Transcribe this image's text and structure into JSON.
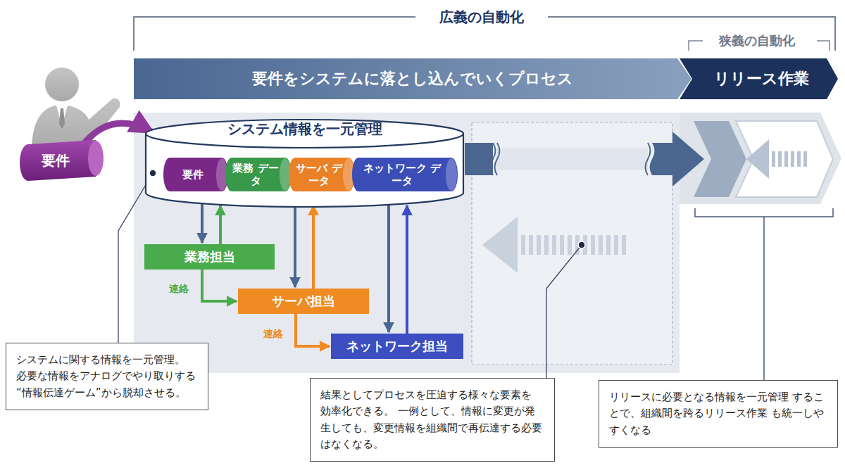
{
  "diagram": {
    "nodes": [
      {
        "text": [
          "要件をシステムに落とし込んでいくプロセス"
        ]
      },
      {
        "text": [
          "リリース作業"
        ]
      },
      {
        "text": [
          "要件"
        ]
      },
      {
        "text": [
          "システム情報を一元管理"
        ]
      },
      {
        "text": [
          "要件"
        ],
        "in": 3
      },
      {
        "text": [
          "業務 データ"
        ],
        "in": 3
      },
      {
        "text": [
          "サーバ データ"
        ],
        "in": 3
      },
      {
        "text": [
          "ネットワーク データ"
        ],
        "in": 3
      },
      {
        "text": [
          "業務担当"
        ]
      },
      {
        "text": [
          "サーバ担当"
        ]
      },
      {
        "text": [
          "ネットワーク担当"
        ]
      },
      {
        "text": [
          "システムに関する情報を一元管理。 必要な情報をアナログでやり取りする “情報伝達ゲーム”から脱却させる。"
        ]
      },
      {
        "text": [
          "結果としてプロセスを圧迫する様々な要素を 効率化できる。 一例として、情報に変更が発生しても、変更情報を組織間で再伝達する必要はなくなる。"
        ]
      },
      {
        "text": [
          "リリースに必要となる情報を一元管理 することで、組織間を跨るリリース作業 も統一しやすくなる"
        ]
      }
    ],
    "edges": [
      {
        "from": 2,
        "to": 3,
        "arrow": "to"
      },
      {
        "from": 3,
        "to": 8,
        "arrow": "to"
      },
      {
        "from": 8,
        "to": 3,
        "arrow": "to"
      },
      {
        "from": 3,
        "to": 9,
        "arrow": "to"
      },
      {
        "from": 9,
        "to": 3,
        "arrow": "to"
      },
      {
        "from": 3,
        "to": 10,
        "arrow": "to"
      },
      {
        "from": 10,
        "to": 3,
        "arrow": "to"
      },
      {
        "from": 8,
        "to": 9,
        "label": "連絡",
        "arrow": "to"
      },
      {
        "from": 9,
        "to": 10,
        "label": "連絡",
        "arrow": "to"
      }
    ],
    "labels": [
      "広義の自動化",
      "狭義の自動化"
    ]
  }
}
